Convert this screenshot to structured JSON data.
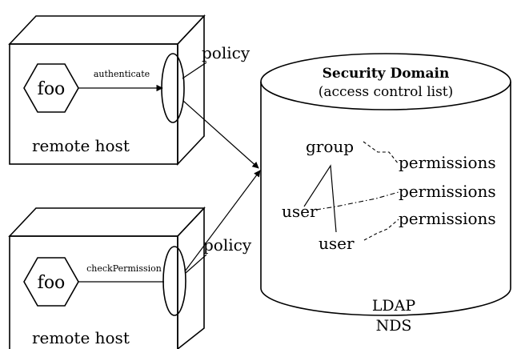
{
  "hosts": [
    {
      "host_label": "remote host",
      "client_label": "foo",
      "call_label": "authenticate",
      "policy_label": "policy"
    },
    {
      "host_label": "remote host",
      "client_label": "foo",
      "call_label": "checkPermission",
      "policy_label": "policy"
    }
  ],
  "security_domain": {
    "title": "Security Domain",
    "subtitle": "(access control list)",
    "group_label": "group",
    "user_labels": [
      "user",
      "user"
    ],
    "permission_labels": [
      "permissions",
      "permissions",
      "permissions"
    ]
  },
  "storage_labels": [
    "LDAP",
    "NDS"
  ]
}
